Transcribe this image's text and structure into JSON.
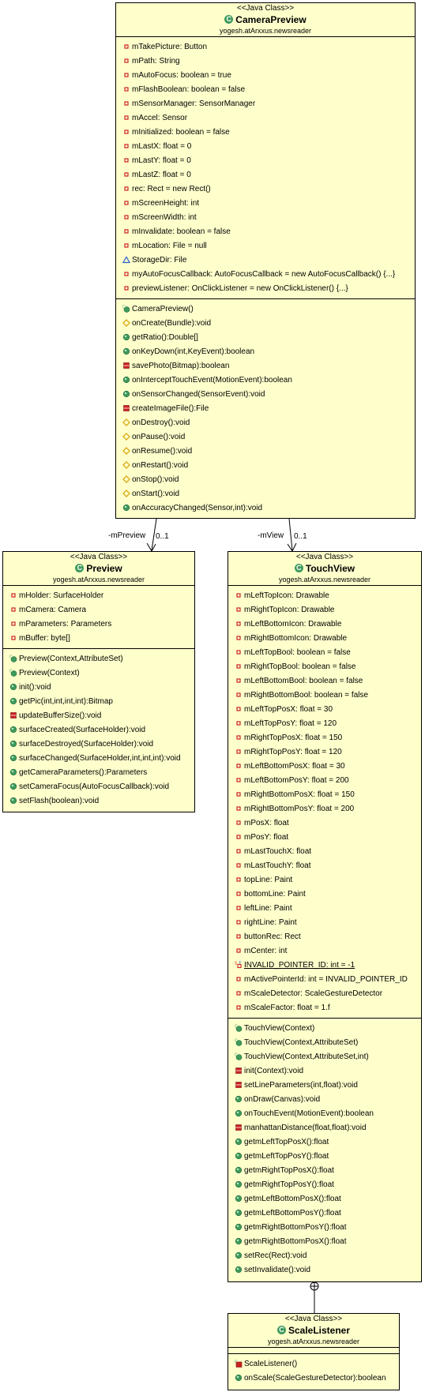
{
  "classes": [
    {
      "id": "camerapreview",
      "stereotype": "<<Java Class>>",
      "name": "CameraPreview",
      "package": "yogesh.atArxxus.newsreader",
      "fields": [
        {
          "text": "mTakePicture: Button",
          "vis": "private"
        },
        {
          "text": "mPath: String",
          "vis": "private"
        },
        {
          "text": "mAutoFocus: boolean = true",
          "vis": "private"
        },
        {
          "text": "mFlashBoolean: boolean = false",
          "vis": "private"
        },
        {
          "text": "mSensorManager: SensorManager",
          "vis": "private"
        },
        {
          "text": "mAccel: Sensor",
          "vis": "private"
        },
        {
          "text": "mInitialized: boolean = false",
          "vis": "private"
        },
        {
          "text": "mLastX: float = 0",
          "vis": "private"
        },
        {
          "text": "mLastY: float = 0",
          "vis": "private"
        },
        {
          "text": "mLastZ: float = 0",
          "vis": "private"
        },
        {
          "text": "rec: Rect = new Rect()",
          "vis": "private"
        },
        {
          "text": "mScreenHeight: int",
          "vis": "private"
        },
        {
          "text": "mScreenWidth: int",
          "vis": "private"
        },
        {
          "text": "mInvalidate: boolean = false",
          "vis": "private"
        },
        {
          "text": "mLocation: File = null",
          "vis": "private"
        },
        {
          "text": "StorageDir: File",
          "vis": "package"
        },
        {
          "text": "myAutoFocusCallback: AutoFocusCallback = new AutoFocusCallback() {...}",
          "vis": "private"
        },
        {
          "text": "previewListener: OnClickListener = new OnClickListener() {...}",
          "vis": "private"
        }
      ],
      "methods": [
        {
          "text": "CameraPreview()",
          "vis": "constructor"
        },
        {
          "text": "onCreate(Bundle):void",
          "vis": "protected"
        },
        {
          "text": "getRatio():Double[]",
          "vis": "public"
        },
        {
          "text": "onKeyDown(int,KeyEvent):boolean",
          "vis": "public"
        },
        {
          "text": "savePhoto(Bitmap):boolean",
          "vis": "private-method"
        },
        {
          "text": "onInterceptTouchEvent(MotionEvent):boolean",
          "vis": "public"
        },
        {
          "text": "onSensorChanged(SensorEvent):void",
          "vis": "public"
        },
        {
          "text": "createImageFile():File",
          "vis": "private-method"
        },
        {
          "text": "onDestroy():void",
          "vis": "protected"
        },
        {
          "text": "onPause():void",
          "vis": "protected"
        },
        {
          "text": "onResume():void",
          "vis": "protected"
        },
        {
          "text": "onRestart():void",
          "vis": "protected"
        },
        {
          "text": "onStop():void",
          "vis": "protected"
        },
        {
          "text": "onStart():void",
          "vis": "protected"
        },
        {
          "text": "onAccuracyChanged(Sensor,int):void",
          "vis": "public"
        }
      ]
    },
    {
      "id": "preview",
      "stereotype": "<<Java Class>>",
      "name": "Preview",
      "package": "yogesh.atArxxus.newsreader",
      "fields": [
        {
          "text": "mHolder: SurfaceHolder",
          "vis": "private"
        },
        {
          "text": "mCamera: Camera",
          "vis": "private"
        },
        {
          "text": "mParameters: Parameters",
          "vis": "private"
        },
        {
          "text": "mBuffer: byte[]",
          "vis": "private"
        }
      ],
      "methods": [
        {
          "text": "Preview(Context,AttributeSet)",
          "vis": "constructor"
        },
        {
          "text": "Preview(Context)",
          "vis": "constructor"
        },
        {
          "text": "init():void",
          "vis": "public"
        },
        {
          "text": "getPic(int,int,int,int):Bitmap",
          "vis": "public"
        },
        {
          "text": "updateBufferSize():void",
          "vis": "private-method"
        },
        {
          "text": "surfaceCreated(SurfaceHolder):void",
          "vis": "public"
        },
        {
          "text": "surfaceDestroyed(SurfaceHolder):void",
          "vis": "public"
        },
        {
          "text": "surfaceChanged(SurfaceHolder,int,int,int):void",
          "vis": "public"
        },
        {
          "text": "getCameraParameters():Parameters",
          "vis": "public"
        },
        {
          "text": "setCameraFocus(AutoFocusCallback):void",
          "vis": "public"
        },
        {
          "text": "setFlash(boolean):void",
          "vis": "public"
        }
      ]
    },
    {
      "id": "touchview",
      "stereotype": "<<Java Class>>",
      "name": "TouchView",
      "package": "yogesh.atArxxus.newsreader",
      "fields": [
        {
          "text": "mLeftTopIcon: Drawable",
          "vis": "private"
        },
        {
          "text": "mRightTopIcon: Drawable",
          "vis": "private"
        },
        {
          "text": "mLeftBottomIcon: Drawable",
          "vis": "private"
        },
        {
          "text": "mRightBottomIcon: Drawable",
          "vis": "private"
        },
        {
          "text": "mLeftTopBool: boolean = false",
          "vis": "private"
        },
        {
          "text": "mRightTopBool: boolean = false",
          "vis": "private"
        },
        {
          "text": "mLeftBottomBool: boolean = false",
          "vis": "private"
        },
        {
          "text": "mRightBottomBool: boolean = false",
          "vis": "private"
        },
        {
          "text": "mLeftTopPosX: float = 30",
          "vis": "private"
        },
        {
          "text": "mLeftTopPosY: float = 120",
          "vis": "private"
        },
        {
          "text": "mRightTopPosX: float = 150",
          "vis": "private"
        },
        {
          "text": "mRightTopPosY: float = 120",
          "vis": "private"
        },
        {
          "text": "mLeftBottomPosX: float = 30",
          "vis": "private"
        },
        {
          "text": "mLeftBottomPosY: float = 200",
          "vis": "private"
        },
        {
          "text": "mRightBottomPosX: float = 150",
          "vis": "private"
        },
        {
          "text": "mRightBottomPosY: float = 200",
          "vis": "private"
        },
        {
          "text": "mPosX: float",
          "vis": "private"
        },
        {
          "text": "mPosY: float",
          "vis": "private"
        },
        {
          "text": "mLastTouchX: float",
          "vis": "private"
        },
        {
          "text": "mLastTouchY: float",
          "vis": "private"
        },
        {
          "text": "topLine: Paint",
          "vis": "private"
        },
        {
          "text": "bottomLine: Paint",
          "vis": "private"
        },
        {
          "text": "leftLine: Paint",
          "vis": "private"
        },
        {
          "text": "rightLine: Paint",
          "vis": "private"
        },
        {
          "text": "buttonRec: Rect",
          "vis": "private"
        },
        {
          "text": "mCenter: int",
          "vis": "private"
        },
        {
          "text": "INVALID_POINTER_ID: int = -1",
          "vis": "static-final"
        },
        {
          "text": "mActivePointerId: int = INVALID_POINTER_ID",
          "vis": "private"
        },
        {
          "text": "mScaleDetector: ScaleGestureDetector",
          "vis": "private"
        },
        {
          "text": "mScaleFactor: float = 1.f",
          "vis": "private"
        }
      ],
      "methods": [
        {
          "text": "TouchView(Context)",
          "vis": "constructor"
        },
        {
          "text": "TouchView(Context,AttributeSet)",
          "vis": "constructor"
        },
        {
          "text": "TouchView(Context,AttributeSet,int)",
          "vis": "constructor"
        },
        {
          "text": "init(Context):void",
          "vis": "private-method"
        },
        {
          "text": "setLineParameters(int,float):void",
          "vis": "private-method"
        },
        {
          "text": "onDraw(Canvas):void",
          "vis": "public"
        },
        {
          "text": "onTouchEvent(MotionEvent):boolean",
          "vis": "public"
        },
        {
          "text": "manhattanDistance(float,float):void",
          "vis": "private-method"
        },
        {
          "text": "getmLeftTopPosX():float",
          "vis": "public"
        },
        {
          "text": "getmLeftTopPosY():float",
          "vis": "public"
        },
        {
          "text": "getmRightTopPosX():float",
          "vis": "public"
        },
        {
          "text": "getmRightTopPosY():float",
          "vis": "public"
        },
        {
          "text": "getmLeftBottomPosX():float",
          "vis": "public"
        },
        {
          "text": "getmLeftBottomPosY():float",
          "vis": "public"
        },
        {
          "text": "getmRightBottomPosY():float",
          "vis": "public"
        },
        {
          "text": "getmRightBottomPosX():float",
          "vis": "public"
        },
        {
          "text": "setRec(Rect):void",
          "vis": "public"
        },
        {
          "text": "setInvalidate():void",
          "vis": "public"
        }
      ]
    },
    {
      "id": "scalelistener",
      "stereotype": "<<Java Class>>",
      "name": "ScaleListener",
      "package": "yogesh.atArxxus.newsreader",
      "fields": [],
      "methods": [
        {
          "text": "ScaleListener()",
          "vis": "private-constructor"
        },
        {
          "text": "onScale(ScaleGestureDetector):boolean",
          "vis": "public"
        }
      ]
    }
  ],
  "associations": [
    {
      "from": "CameraPreview",
      "to": "Preview",
      "role": "-mPreview",
      "multiplicity": "0..1"
    },
    {
      "from": "CameraPreview",
      "to": "TouchView",
      "role": "-mView",
      "multiplicity": "0..1"
    }
  ],
  "colors": {
    "class_fill": "#ffffcc",
    "public": "#3f9a5c",
    "private": "#cc2222",
    "protected": "#d8a000",
    "package": "#2a62c9"
  }
}
